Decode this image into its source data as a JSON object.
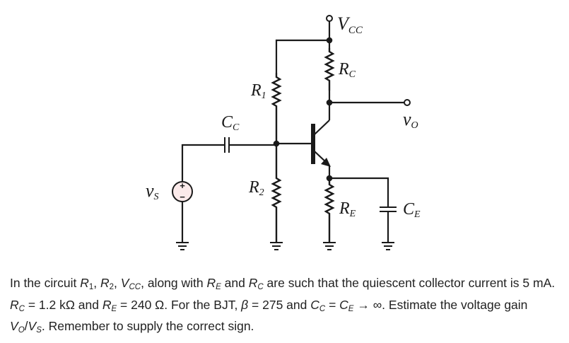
{
  "circuit": {
    "labels": {
      "vcc_main": "V",
      "vcc_sub": "CC",
      "rc_main": "R",
      "rc_sub": "C",
      "r1_main": "R",
      "r1_sub": "1",
      "r2_main": "R",
      "r2_sub": "2",
      "cc_main": "C",
      "cc_sub": "C",
      "vo_main": "v",
      "vo_sub": "O",
      "vs_main": "v",
      "vs_sub": "S",
      "re_main": "R",
      "re_sub": "E",
      "ce_main": "C",
      "ce_sub": "E",
      "plus": "+",
      "minus": "−"
    },
    "colors": {
      "wire": "#1a1a1a",
      "source_fill": "#fbeaea",
      "text": "#222222"
    }
  },
  "problem": {
    "p1": "In the circuit ",
    "r1": "R",
    "r1_sub": "1",
    "p2": ", ",
    "r2": "R",
    "r2_sub": "2",
    "p3": ", ",
    "vcc": "V",
    "vcc_sub": "CC",
    "p4": ", along with ",
    "re": "R",
    "re_sub": "E",
    "p5": " and ",
    "rc": "R",
    "rc_sub": "C",
    "p6": " are such that the quiescent collector current is 5 mA. ",
    "rc2": "R",
    "rc2_sub": "C",
    "p7": " = 1.2 kΩ and ",
    "re2": "R",
    "re2_sub": "E",
    "p8": " = 240 Ω. For the BJT, ",
    "beta": "β",
    "p9": " = 275 and ",
    "cc": "C",
    "cc_sub": "C",
    "p10": " = ",
    "ce": "C",
    "ce_sub": "E",
    "p11": " → ∞. Estimate the voltage gain ",
    "vo": "V",
    "vo_sub": "O",
    "p12": "/",
    "vs": "V",
    "vs_sub": "S",
    "p13": ". Remember to supply the correct sign."
  }
}
